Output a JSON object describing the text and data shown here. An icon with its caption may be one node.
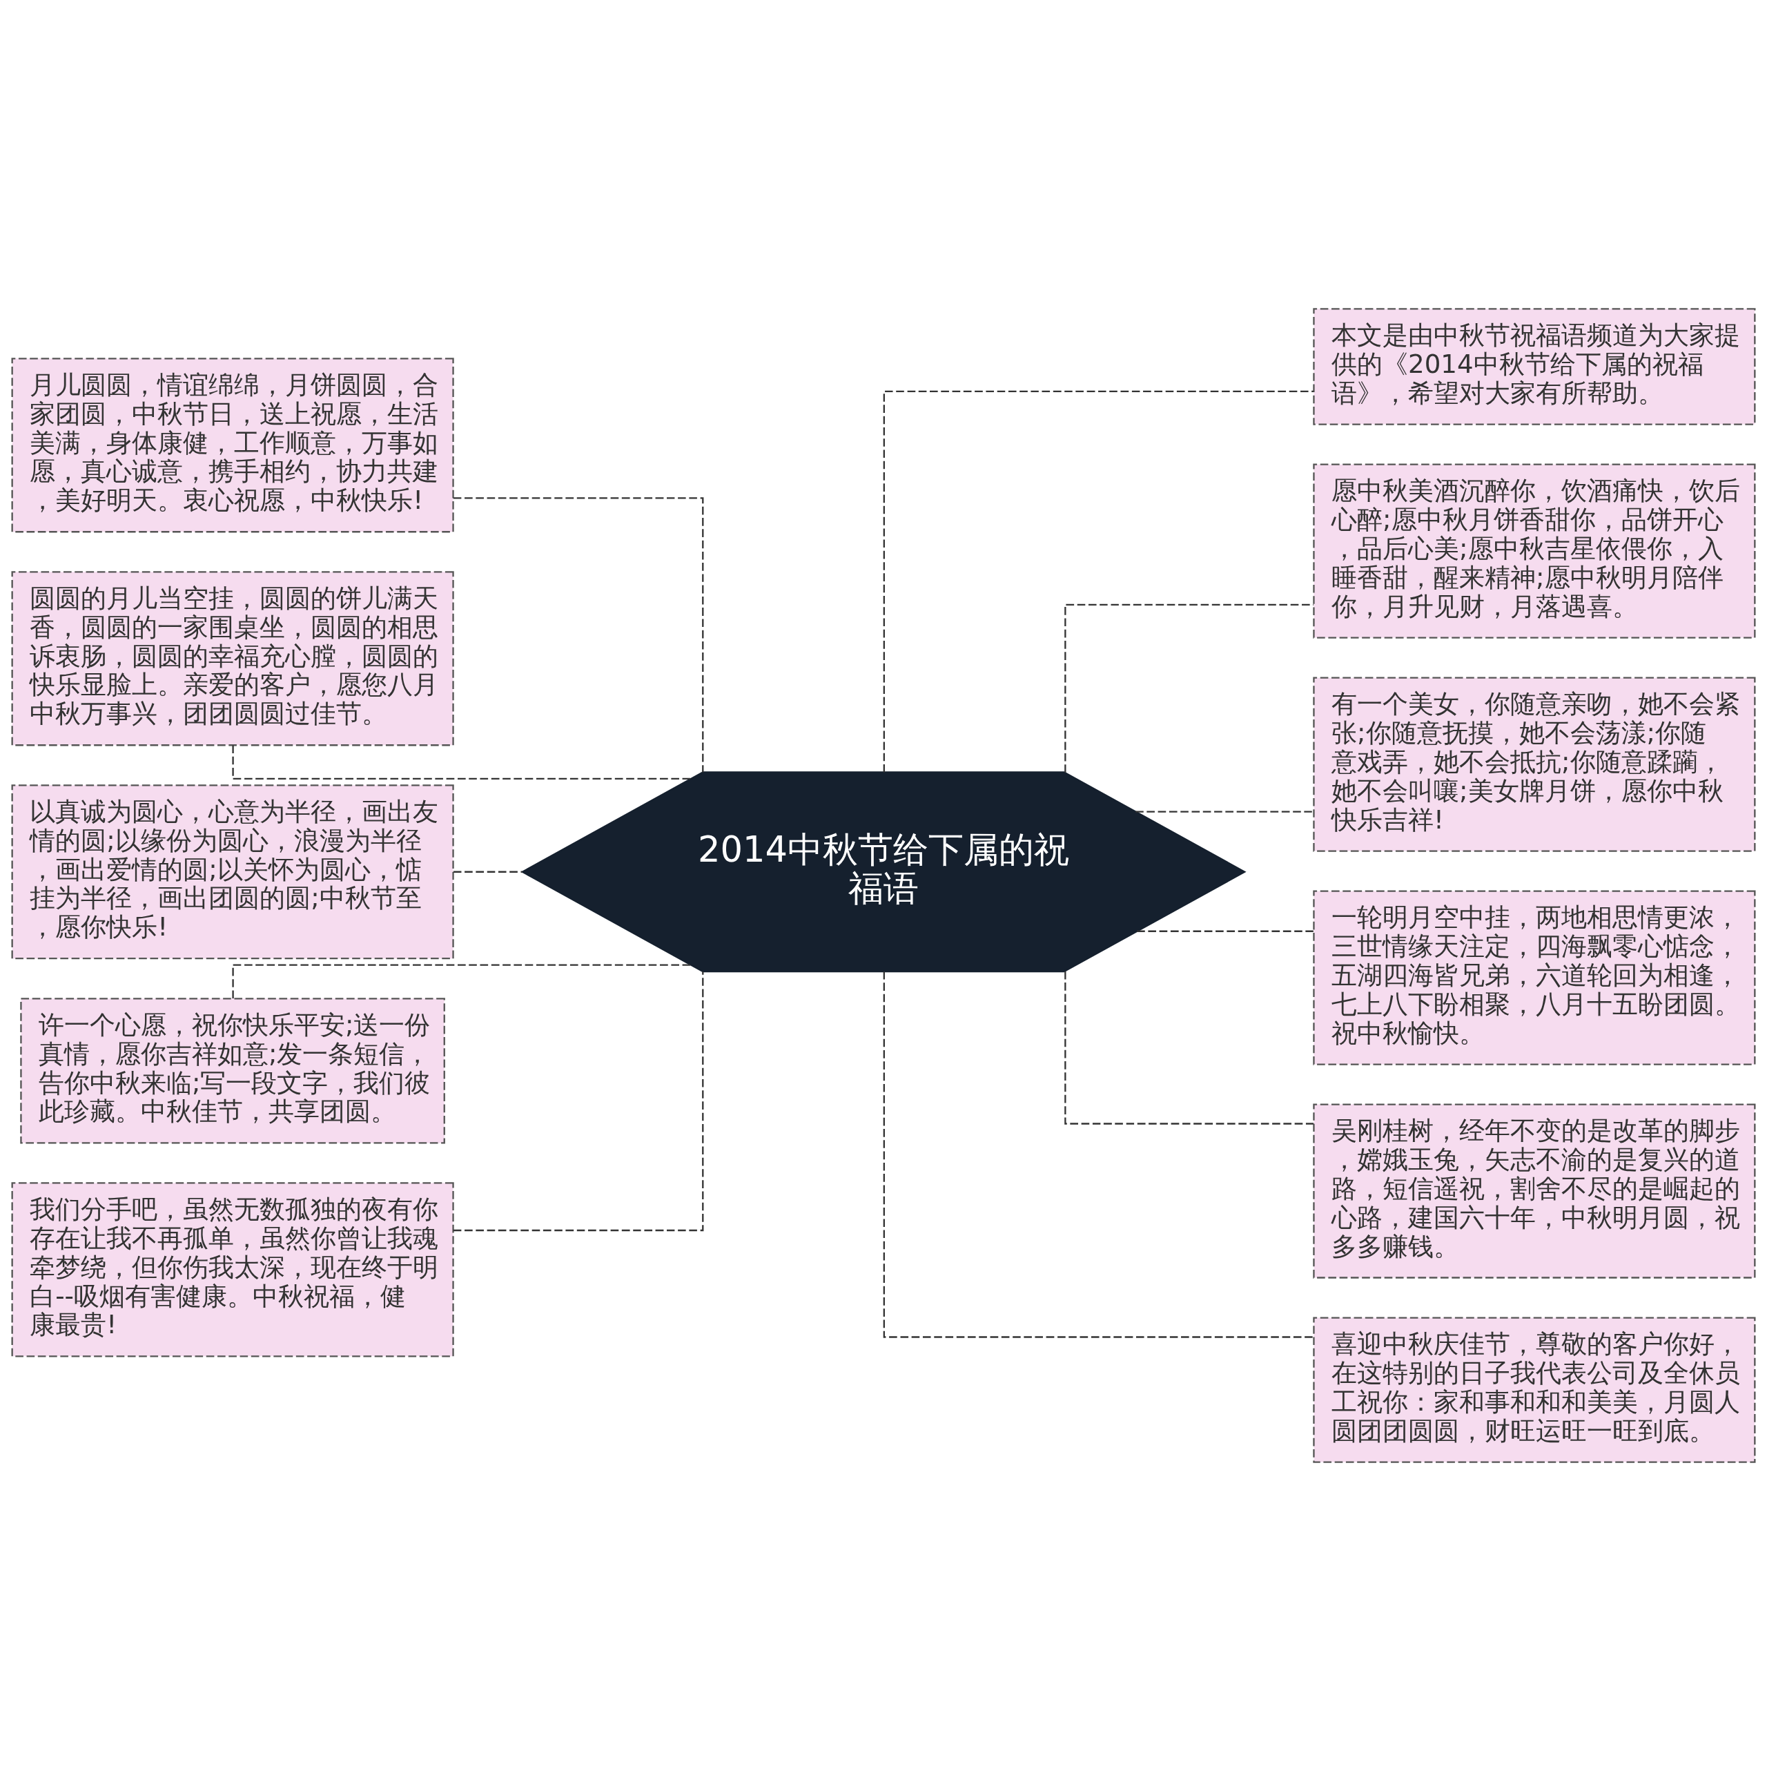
{
  "diagram": {
    "nodes": [
      {
        "text": [
          "2014中秋节给下属的祝福语"
        ]
      },
      {
        "text": [
          "月儿圆圆，情谊绵绵，月饼圆圆，合家团圆，中秋节日，送上祝愿，生活美满，身体康健，工作顺意，万事如愿，真心诚意，携手相约，协力共建，美好明天。衷心祝愿，中秋快乐!"
        ]
      },
      {
        "text": [
          "圆圆的月儿当空挂，圆圆的饼儿满天香，圆圆的一家围桌坐，圆圆的相思诉衷肠，圆圆的幸福充心膛，圆圆的快乐显脸上。亲爱的客户，愿您八月中秋万事兴，团团圆圆过佳节。"
        ]
      },
      {
        "text": [
          "以真诚为圆心，心意为半径，画出友情的圆;以缘份为圆心，浪漫为半径，画出爱情的圆;以关怀为圆心，惦挂为半径，画出团圆的圆;中秋节至，愿你快乐!"
        ]
      },
      {
        "text": [
          "许一个心愿，祝你快乐平安;送一份真情，愿你吉祥如意;发一条短信，告你中秋来临;写一段文字，我们彼此珍藏。中秋佳节，共享团圆。"
        ]
      },
      {
        "text": [
          "我们分手吧，虽然无数孤独的夜有你存在让我不再孤单，虽然你曾让我魂牵梦绕，但你伤我太深，现在终于明白--吸烟有害健康。中秋祝福，健康最贵!"
        ]
      },
      {
        "text": [
          "本文是由中秋节祝福语频道为大家提供的《2014中秋节给下属的祝福语》，希望对大家有所帮助。"
        ]
      },
      {
        "text": [
          "愿中秋美酒沉醉你，饮酒痛快，饮后心醉;愿中秋月饼香甜你，品饼开心，品后心美;愿中秋吉星依偎你，入睡香甜，醒来精神;愿中秋明月陪伴你，月升见财，月落遇喜。"
        ]
      },
      {
        "text": [
          "有一个美女，你随意亲吻，她不会紧张;你随意抚摸，她不会荡漾;你随意戏弄，她不会抵抗;你随意蹂躏，她不会叫嚷;美女牌月饼，愿你中秋快乐吉祥!"
        ]
      },
      {
        "text": [
          "一轮明月空中挂，两地相思情更浓，三世情缘天注定，四海飘零心惦念，五湖四海皆兄弟，六道轮回为相逢，七上八下盼相聚，八月十五盼团圆。祝中秋愉快。"
        ]
      },
      {
        "text": [
          "吴刚桂树，经年不变的是改革的脚步，嫦娥玉兔，矢志不渝的是复兴的道路，短信遥祝，割舍不尽的是崛起的心路，建国六十年，中秋明月圆，祝多多赚钱。"
        ]
      },
      {
        "text": [
          "喜迎中秋庆佳节，尊敬的客户你好，在这特别的日子我代表公司及全休员工祝你：家和事和和和美美，月圆人圆团团圆圆，财旺运旺一旺到底。"
        ]
      }
    ],
    "edges": [
      {
        "from": 0,
        "to": 1,
        "arrow": "none",
        "style": "dashed"
      },
      {
        "from": 0,
        "to": 2,
        "arrow": "none",
        "style": "dashed"
      },
      {
        "from": 0,
        "to": 3,
        "arrow": "none",
        "style": "dashed"
      },
      {
        "from": 0,
        "to": 4,
        "arrow": "none",
        "style": "dashed"
      },
      {
        "from": 0,
        "to": 5,
        "arrow": "none",
        "style": "dashed"
      },
      {
        "from": 0,
        "to": 6,
        "arrow": "none",
        "style": "dashed"
      },
      {
        "from": 0,
        "to": 7,
        "arrow": "none",
        "style": "dashed"
      },
      {
        "from": 0,
        "to": 8,
        "arrow": "none",
        "style": "dashed"
      },
      {
        "from": 0,
        "to": 9,
        "arrow": "none",
        "style": "dashed"
      },
      {
        "from": 0,
        "to": 10,
        "arrow": "none",
        "style": "dashed"
      },
      {
        "from": 0,
        "to": 11,
        "arrow": "none",
        "style": "dashed"
      }
    ]
  }
}
